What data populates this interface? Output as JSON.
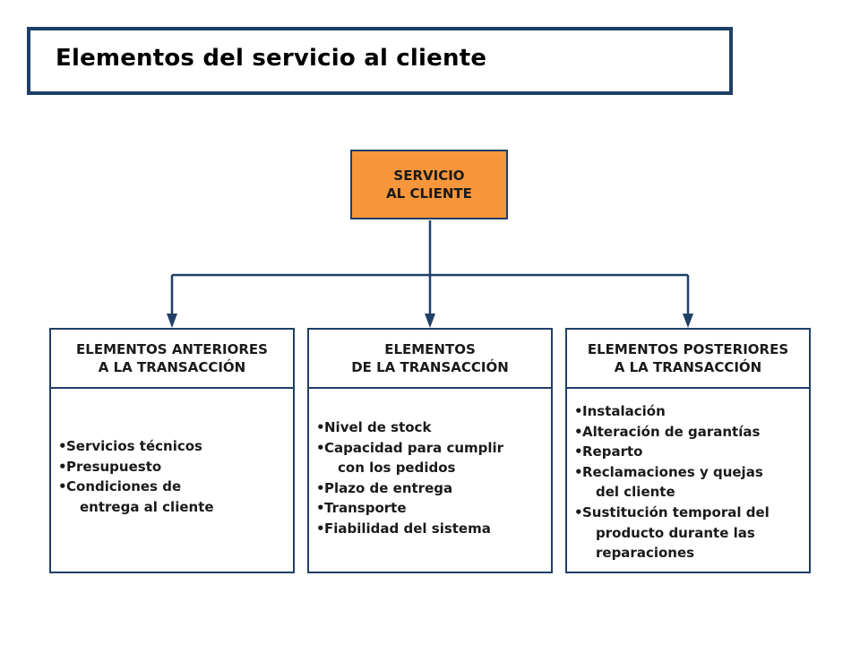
{
  "title": "Elementos del servicio al cliente",
  "root": {
    "line1": "SERVICIO",
    "line2": "AL CLIENTE"
  },
  "colors": {
    "border": "#1f3f68",
    "root_fill": "#f7963b",
    "background": "#ffffff"
  },
  "columns": [
    {
      "head1": "ELEMENTOS ANTERIORES",
      "head2": "A LA TRANSACCIÓN",
      "items": [
        {
          "lines": [
            "Servicios técnicos"
          ]
        },
        {
          "lines": [
            "Presupuesto"
          ]
        },
        {
          "lines": [
            "Condiciones de",
            "entrega al cliente"
          ]
        }
      ]
    },
    {
      "head1": "ELEMENTOS",
      "head2": "DE LA TRANSACCIÓN",
      "items": [
        {
          "lines": [
            "Nivel de stock"
          ]
        },
        {
          "lines": [
            "Capacidad para cumplir",
            "con los pedidos"
          ]
        },
        {
          "lines": [
            "Plazo de entrega"
          ]
        },
        {
          "lines": [
            "Transporte"
          ]
        },
        {
          "lines": [
            "Fiabilidad del sistema"
          ]
        }
      ]
    },
    {
      "head1": "ELEMENTOS POSTERIORES",
      "head2": "A LA TRANSACCIÓN",
      "items": [
        {
          "lines": [
            "Instalación"
          ]
        },
        {
          "lines": [
            "Alteración de garantías"
          ]
        },
        {
          "lines": [
            "Reparto"
          ]
        },
        {
          "lines": [
            "Reclamaciones y quejas",
            "del cliente"
          ]
        },
        {
          "lines": [
            "Sustitución temporal del",
            "producto durante las",
            "reparaciones"
          ]
        }
      ]
    }
  ]
}
